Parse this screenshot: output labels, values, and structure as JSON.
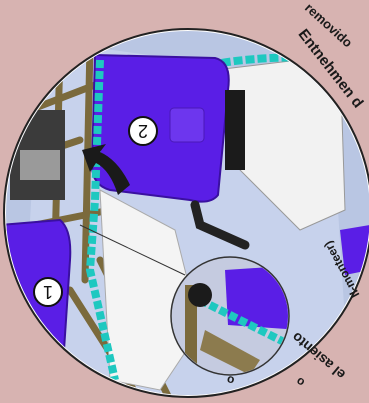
{
  "illustration": {
    "callouts": [
      {
        "label": "1"
      },
      {
        "label": "2"
      }
    ],
    "edge_text": {
      "top_right_line1": "removido",
      "top_right_line2": "Entnehmen d",
      "bottom_right_line1": "ll-monteer)",
      "bottom_right_line2": "el asiento",
      "bottom_right_fragment": "o",
      "bottom_left_fragment": "o"
    },
    "colors": {
      "background": "#d7b3b1",
      "seat_purple": "#5a1ee6",
      "teal_cable": "#1ec8c0",
      "frame_tan": "#8a7a4a",
      "floor_blue": "#b9c6e3",
      "white_part": "#f2f2f2"
    }
  }
}
